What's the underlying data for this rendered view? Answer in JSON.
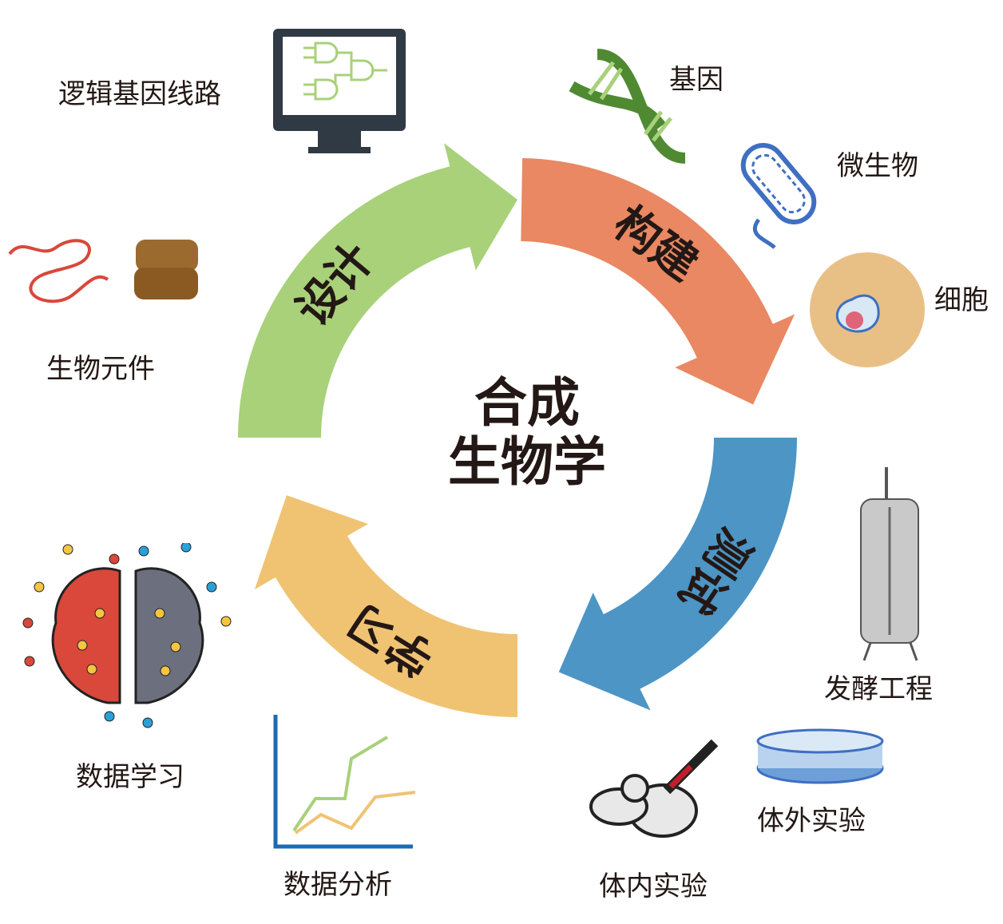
{
  "center_title": {
    "line1": "合成",
    "line2": "生物学"
  },
  "stages": [
    {
      "label": "设计",
      "color": "#a8d17a"
    },
    {
      "label": "构建",
      "color": "#e98862"
    },
    {
      "label": "测试",
      "color": "#4c95c5"
    },
    {
      "label": "学习",
      "color": "#f0c373"
    }
  ],
  "items": {
    "logic_circuit": "逻辑基因线路",
    "gene": "基因",
    "microbe": "微生物",
    "cell": "细胞",
    "bio_parts": "生物元件",
    "fermentation": "发酵工程",
    "in_vitro": "体外实验",
    "in_vivo": "体内实验",
    "data_analysis": "数据分析",
    "data_learning": "数据学习"
  }
}
